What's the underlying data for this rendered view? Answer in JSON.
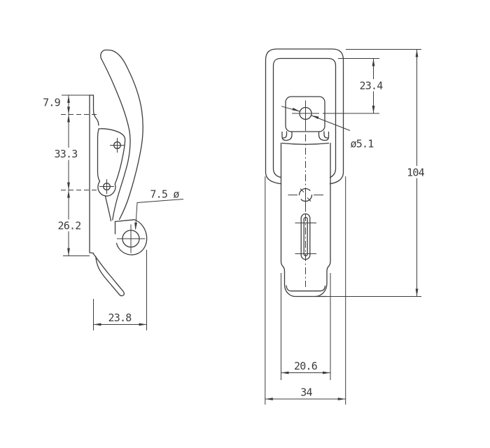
{
  "meta": {
    "type": "technical-drawing",
    "subject": "spring draw latch hardware, two orthographic views"
  },
  "style": {
    "background": "#ffffff",
    "line_color": "#3c3c3c",
    "text_color": "#3c3c3c"
  },
  "dims": {
    "side": {
      "top_offset": "7.9",
      "pivot_span": "33.3",
      "lower_span": "26.2",
      "depth": "23.8",
      "hook_diameter": "7.5 ø"
    },
    "front": {
      "hole_offset": "23.4",
      "hole_diameter": "ø5.1",
      "overall_height": "104",
      "inner_width": "20.6",
      "overall_width": "34"
    }
  }
}
